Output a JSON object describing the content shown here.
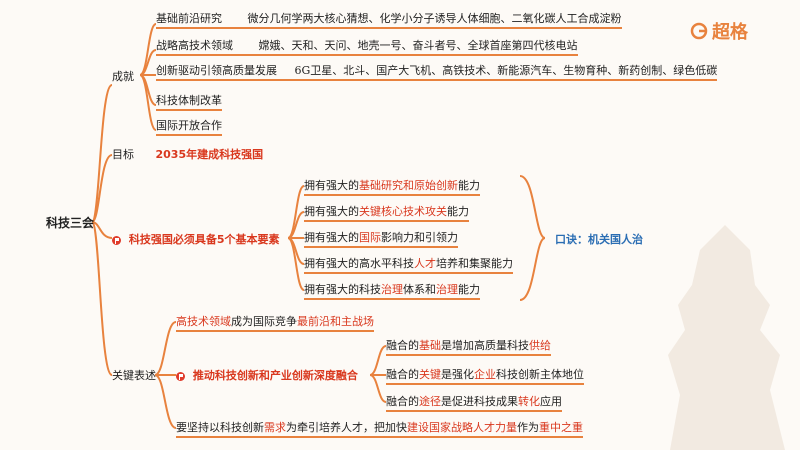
{
  "brand": {
    "name": "超格"
  },
  "root": "科技三会",
  "branches": {
    "achievements": {
      "label": "成就",
      "items": [
        {
          "label": "基础前沿研究",
          "detail": "微分几何学两大核心猜想、化学小分子诱导人体细胞、二氧化碳人工合成淀粉"
        },
        {
          "label": "战略高技术领域",
          "detail": "嫦娥、天和、天问、地壳一号、奋斗者号、全球首座第四代核电站"
        },
        {
          "label": "创新驱动引领高质量发展",
          "detail": "6G卫星、北斗、国产大飞机、高铁技术、新能源汽车、生物育种、新药创制、绿色低碳"
        },
        {
          "label": "科技体制改革",
          "detail": ""
        },
        {
          "label": "国际开放合作",
          "detail": ""
        }
      ]
    },
    "goal": {
      "label": "目标",
      "text": "2035年建成科技强国"
    },
    "elements": {
      "label": "科技强国必须具备5个基本要素",
      "items": [
        [
          "拥有强大的",
          "基础研究和原始创新",
          "能力"
        ],
        [
          "拥有强大的",
          "关键核心技术攻关",
          "能力"
        ],
        [
          "拥有强大的",
          "国际",
          "影响力和引领力"
        ],
        [
          "拥有强大的高水平科技",
          "人才",
          "培养和集聚能力"
        ],
        [
          "拥有强大的科技",
          "治理",
          "体系和",
          "治理",
          "能力"
        ]
      ],
      "mnemonic": "口诀：机关国人治"
    },
    "key_expressions": {
      "label": "关键表述",
      "line1": [
        "高技术领域",
        "成为国际竞争",
        "最前沿和主战场"
      ],
      "sub_label": "推动科技创新和产业创新深度融合",
      "sub_items": [
        [
          "融合的",
          "基础",
          "是增加高质量科技",
          "供给",
          ""
        ],
        [
          "融合的",
          "关键",
          "是强化",
          "企业",
          "科技创新主体地位"
        ],
        [
          "融合的",
          "途径",
          "是促进科技成果",
          "转化",
          "应用"
        ]
      ],
      "line3": [
        "要坚持以科技创新",
        "需求",
        "为牵引培养人才，把加快",
        "建设国家战略人才力量",
        "作为",
        "重中之重"
      ]
    }
  }
}
